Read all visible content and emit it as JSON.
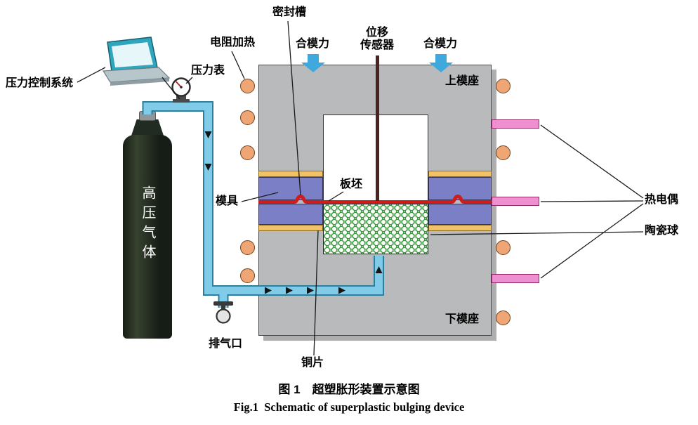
{
  "figure": {
    "caption_zh": "图 1　超塑胀形装置示意图",
    "caption_en": "Fig.1  Schematic of superplastic bulging device"
  },
  "labels": {
    "pressure_control_system": "压力控制系统",
    "pressure_gauge": "压力表",
    "seal_groove": "密封槽",
    "resistance_heating": "电阻加热",
    "clamping_force_left": "合模力",
    "clamping_force_right": "合模力",
    "displacement_sensor_line1": "位移",
    "displacement_sensor_line2": "传感器",
    "upper_die_holder": "上模座",
    "lower_die_holder": "下模座",
    "high_pressure_gas": "高压气体",
    "die": "模具",
    "sheet_blank": "板坯",
    "thermocouple": "热电偶",
    "ceramic_balls": "陶瓷球",
    "exhaust_port": "排气口",
    "copper_sheet": "铜片"
  },
  "colors": {
    "pipe": "#7fcbe8",
    "pipe_outline": "#2e7f9e",
    "heater": "#f0a574",
    "heater_border": "#6b4423",
    "die": "#7b80c6",
    "die_border": "#33335c",
    "copper": "#f2c268",
    "copper_border": "#8a681e",
    "sheet": "#cf1d1d",
    "thermocouple": "#ee8fd0",
    "thermocouple_border": "#93276b",
    "clamp_arrow": "#3fa8dc",
    "die_holder": "#b9babc",
    "die_holder_border": "#4a4a4a",
    "die_holder_shadow": "#aeaeae",
    "ceramic_ring": "#3c9a44",
    "leader_line": "#1a1a1a"
  }
}
